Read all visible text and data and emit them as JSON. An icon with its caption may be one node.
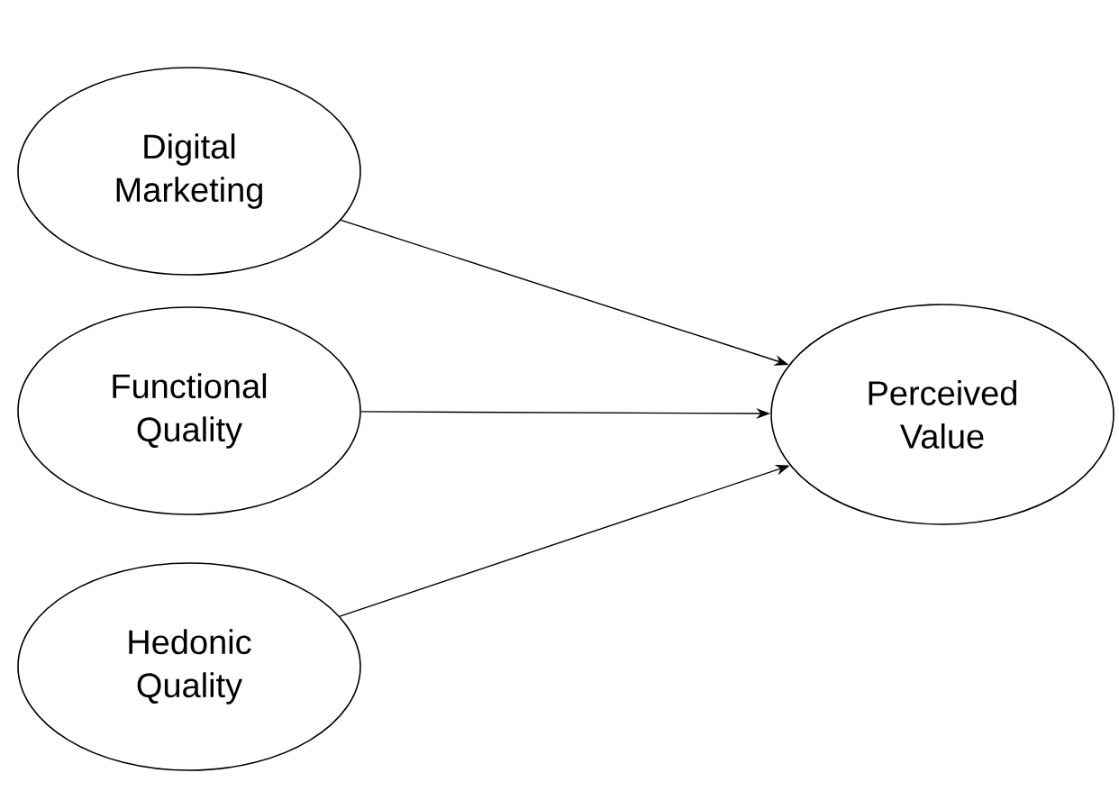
{
  "diagram": {
    "nodes": [
      {
        "text": [
          "Digital Marketing"
        ]
      },
      {
        "text": [
          "Functional Quality"
        ]
      },
      {
        "text": [
          "Hedonic Quality"
        ]
      },
      {
        "text": [
          "Perceived Value"
        ]
      }
    ],
    "edges": [
      {
        "from": 0,
        "to": 3,
        "arrow": "to"
      },
      {
        "from": 1,
        "to": 3,
        "arrow": "to"
      },
      {
        "from": 2,
        "to": 3,
        "arrow": "to"
      }
    ]
  }
}
